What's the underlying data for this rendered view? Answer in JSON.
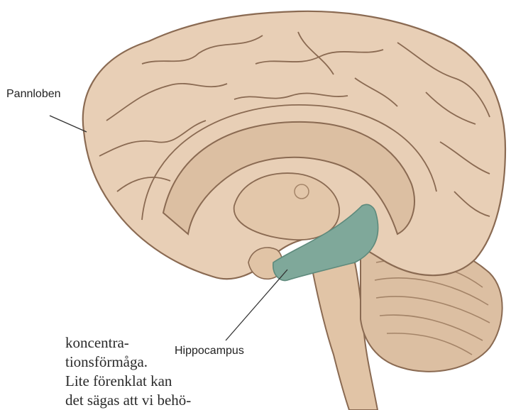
{
  "labels": {
    "frontal_lobe": "Pannloben",
    "hippocampus": "Hippocampus"
  },
  "body_text": {
    "lines": [
      "koncentra-",
      "tionsförmåga.",
      "Lite förenklat kan",
      "det sägas att vi behö-"
    ]
  },
  "colors": {
    "brain_fill": "#e8cfb6",
    "brain_dark": "#d4b497",
    "brain_deep": "#c9a887",
    "outline": "#8a6a52",
    "hippocampus": "#7fa89a"
  }
}
